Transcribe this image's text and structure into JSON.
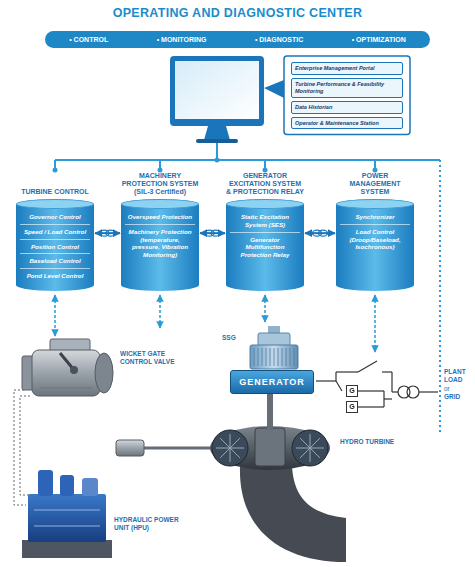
{
  "diagram": {
    "title": "OPERATING AND DIAGNOSTIC CENTER",
    "nodes": [
      {
        "text": [
          "• CONTROL",
          "• MONITORING",
          "• DIAGNOSTIC",
          "• OPTIMIZATION"
        ]
      },
      {
        "text": [
          "Enterprise Management Portal"
        ]
      },
      {
        "text": [
          "Turbine Performance & Feasibility Monitoring"
        ]
      },
      {
        "text": [
          "Data Historian"
        ]
      },
      {
        "text": [
          "Operator & Maintenance Station"
        ]
      },
      {
        "text": [
          "TURBINE CONTROL"
        ]
      },
      {
        "text": [
          "Governor Control"
        ],
        "in": 5
      },
      {
        "text": [
          "Speed / Load Control"
        ],
        "in": 5
      },
      {
        "text": [
          "Position Control"
        ],
        "in": 5
      },
      {
        "text": [
          "Baseload Control"
        ],
        "in": 5
      },
      {
        "text": [
          "Pond Level Control"
        ],
        "in": 5
      },
      {
        "text": [
          "MACHINERY PROTECTION SYSTEM (SIL-3 Certified)"
        ]
      },
      {
        "text": [
          "Overspeed Protection"
        ],
        "in": 11
      },
      {
        "text": [
          "Machinery Protection (temperature, pressure, Vibration Monitoring)"
        ],
        "in": 11
      },
      {
        "text": [
          "GENERATOR EXCITATION SYSTEM & PROTECTION RELAY"
        ]
      },
      {
        "text": [
          "Static Excitation System (SES)"
        ],
        "in": 14
      },
      {
        "text": [
          "Generator Multifunction Protection Relay"
        ],
        "in": 14
      },
      {
        "text": [
          "POWER MANAGEMENT SYSTEM"
        ]
      },
      {
        "text": [
          "Synchronizer"
        ],
        "in": 17
      },
      {
        "text": [
          "Load Control (Droop/Baseload, Isochronous)"
        ],
        "in": 17
      },
      {
        "text": [
          "GENERATOR"
        ]
      },
      {
        "text": [
          "G"
        ]
      },
      {
        "text": [
          "G"
        ]
      }
    ],
    "edges": [
      {
        "from": 5,
        "to": 11,
        "arrow": "both"
      },
      {
        "from": 11,
        "to": 14,
        "arrow": "both"
      },
      {
        "from": 14,
        "to": 17,
        "arrow": "both"
      }
    ],
    "labels": [
      "WICKET GATE CONTROL VALVE",
      "SSG",
      "HYDRO TURBINE",
      "HYDRAULIC POWER UNIT (HPU)",
      "PLANT LOAD",
      "or",
      "GRID"
    ]
  }
}
